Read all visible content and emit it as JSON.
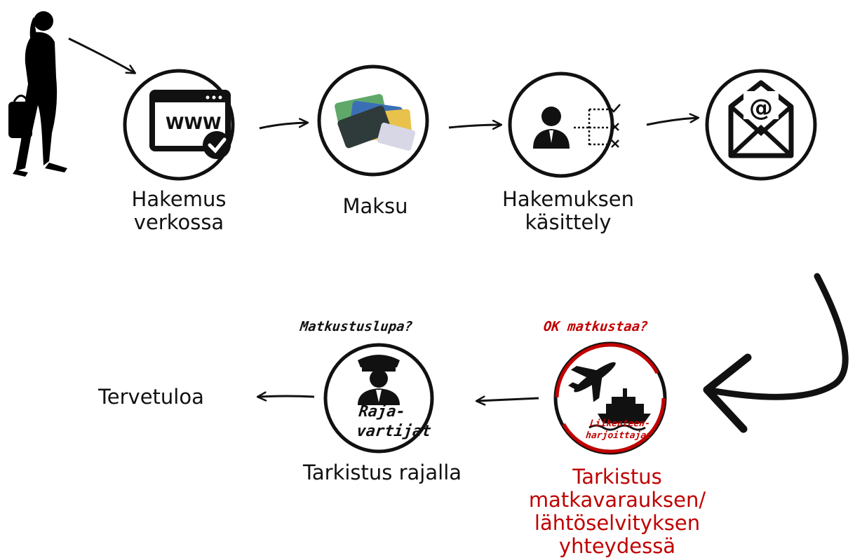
{
  "steps": {
    "online_application": "Hakemus\nverkossa",
    "payment": "Maksu",
    "processing": "Hakemuksen\nkäsittely",
    "welcome": "Tervetuloa",
    "border_check": "Tarkistus rajalla",
    "carrier_check": "Tarkistus\nmatkavarauksen/\nlähtöselvityksen\nyhteydessä"
  },
  "annotations": {
    "border_question": "Matkustuslupa?",
    "carrier_question": "OK matkustaa?",
    "border_guards": "Raja-\nvartijat",
    "carriers": "Liikenteen-\nharjoittajat"
  },
  "icons": {
    "browser_text": "WWW",
    "email_symbol": "@"
  },
  "colors": {
    "accent_red": "#c00000",
    "ink": "#111111"
  }
}
